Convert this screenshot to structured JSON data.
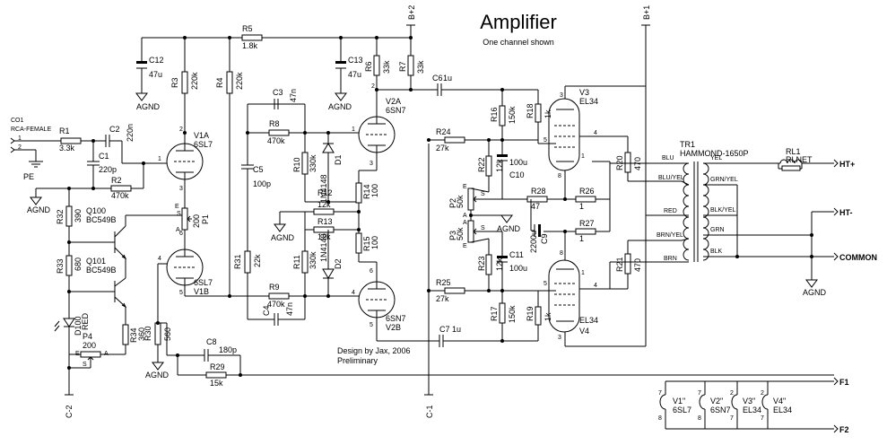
{
  "title": "Amplifier",
  "subtitle": "One channel shown",
  "design_note": [
    "Design by Jax, 2006",
    "Preliminary"
  ],
  "rails": {
    "b_plus_2": "B+2",
    "b_plus_1": "B+1",
    "c_minus_2": "C-2",
    "c_minus_1": "C-1",
    "f1": "F1",
    "f2": "F2",
    "ht_plus": "HT+",
    "ht_minus": "HT-",
    "common": "COMMON",
    "agnd": "AGND",
    "pe": "PE"
  },
  "input_connector": {
    "ref": "CO1",
    "type": "RCA-FEMALE",
    "pins": [
      "1",
      "2"
    ]
  },
  "components": {
    "R1": {
      "ref": "R1",
      "value": "3.3k"
    },
    "C1": {
      "ref": "C1",
      "value": "220p"
    },
    "C2": {
      "ref": "C2",
      "value": "220n"
    },
    "R2": {
      "ref": "R2",
      "value": "470k"
    },
    "R3": {
      "ref": "R3",
      "value": "220k"
    },
    "R4": {
      "ref": "R4",
      "value": "220k"
    },
    "R5": {
      "ref": "R5",
      "value": "1.8k"
    },
    "C12": {
      "ref": "C12",
      "value": "47u"
    },
    "C13": {
      "ref": "C13",
      "value": "47u"
    },
    "C3": {
      "ref": "C3",
      "value": "47n"
    },
    "C4": {
      "ref": "C4",
      "value": "47n"
    },
    "C5": {
      "ref": "C5",
      "value": "100p"
    },
    "R8": {
      "ref": "R8",
      "value": "470k"
    },
    "R9": {
      "ref": "R9",
      "value": "470k"
    },
    "R10": {
      "ref": "R10",
      "value": "330k"
    },
    "R11": {
      "ref": "R11",
      "value": "330k"
    },
    "D1": {
      "ref": "D1",
      "value": "1N4148"
    },
    "D2": {
      "ref": "D2",
      "value": "1N4148"
    },
    "R12": {
      "ref": "R12",
      "value": "12k"
    },
    "R13": {
      "ref": "R13",
      "value": "12k"
    },
    "R14": {
      "ref": "R14",
      "value": "100"
    },
    "R15": {
      "ref": "R15",
      "value": "100"
    },
    "R6": {
      "ref": "R6",
      "value": "33k"
    },
    "R7": {
      "ref": "R7",
      "value": "33k"
    },
    "C6": {
      "ref": "C6",
      "value": "1u"
    },
    "C7": {
      "ref": "C7",
      "value": "1u"
    },
    "R31": {
      "ref": "R31",
      "value": "22k"
    },
    "R32": {
      "ref": "R32",
      "value": "390"
    },
    "R33": {
      "ref": "R33",
      "value": "680"
    },
    "R34": {
      "ref": "R34",
      "value": "360"
    },
    "R30": {
      "ref": "R30",
      "value": "560"
    },
    "C8": {
      "ref": "C8",
      "value": "180p"
    },
    "R29": {
      "ref": "R29",
      "value": "15k"
    },
    "Q100": {
      "ref": "Q100",
      "value": "BC549B"
    },
    "Q101": {
      "ref": "Q101",
      "value": "BC549B"
    },
    "D100": {
      "ref": "D100",
      "value": "RED"
    },
    "P1": {
      "ref": "P1",
      "value": "200"
    },
    "P4": {
      "ref": "P4",
      "value": "200"
    },
    "R24": {
      "ref": "R24",
      "value": "27k"
    },
    "R25": {
      "ref": "R25",
      "value": "27k"
    },
    "R22": {
      "ref": "R22",
      "value": "12k"
    },
    "R23": {
      "ref": "R23",
      "value": "12k"
    },
    "R16": {
      "ref": "R16",
      "value": "150k"
    },
    "R17": {
      "ref": "R17",
      "value": "150k"
    },
    "R18": {
      "ref": "R18",
      "value": "1k"
    },
    "R19": {
      "ref": "R19",
      "value": "1k"
    },
    "C10": {
      "ref": "C10",
      "value": "100u"
    },
    "C11": {
      "ref": "C11",
      "value": "100u"
    },
    "C9": {
      "ref": "C9",
      "value": "2200u"
    },
    "P2": {
      "ref": "P2",
      "value": "50k"
    },
    "P3": {
      "ref": "P3",
      "value": "50k"
    },
    "R28": {
      "ref": "R28",
      "value": "47"
    },
    "R26": {
      "ref": "R26",
      "value": "1"
    },
    "R27": {
      "ref": "R27",
      "value": "1"
    },
    "R20": {
      "ref": "R20",
      "value": "470"
    },
    "R21": {
      "ref": "R21",
      "value": "470"
    },
    "RL1": {
      "ref": "RL1",
      "value": "RLNET"
    },
    "TR1": {
      "ref": "TR1",
      "value": "HAMMOND-1650P"
    }
  },
  "tubes": {
    "V1A": {
      "ref": "V1A",
      "type": "6SL7"
    },
    "V1B": {
      "ref": "V1B",
      "type": "6SL7"
    },
    "V2A": {
      "ref": "V2A",
      "type": "6SN7"
    },
    "V2B": {
      "ref": "V2B",
      "type": "6SN7"
    },
    "V3": {
      "ref": "V3",
      "type": "EL34"
    },
    "V4": {
      "ref": "V4",
      "type": "EL34"
    }
  },
  "transformer_leads": {
    "primary": [
      "BLU",
      "BLU/YEL",
      "RED",
      "BRN/YEL",
      "BRN"
    ],
    "secondary": [
      "YEL",
      "GRN/YEL",
      "BLK/YEL",
      "GRN",
      "BLK"
    ]
  },
  "heaters": [
    {
      "ref": "V1\"",
      "type": "6SL7"
    },
    {
      "ref": "V2\"",
      "type": "6SN7"
    },
    {
      "ref": "V3\"",
      "type": "EL34"
    },
    {
      "ref": "V4\"",
      "type": "EL34"
    }
  ],
  "pot_pins": [
    "E",
    "S",
    "A"
  ]
}
